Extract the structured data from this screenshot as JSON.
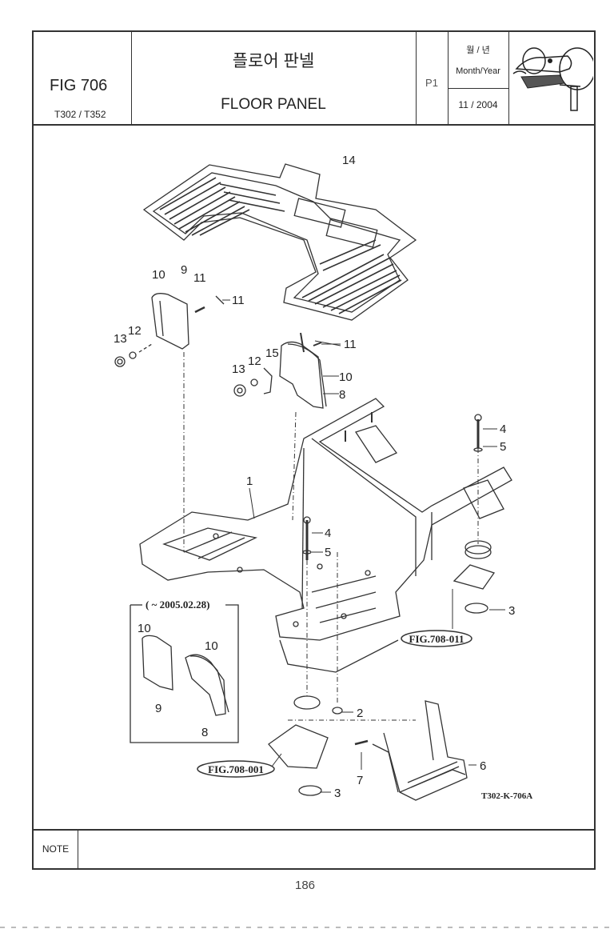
{
  "header": {
    "fig_number": "FIG 706",
    "models": "T302 / T352",
    "title_korean": "플로어 판넬",
    "title_english": "FLOOR PANEL",
    "page": "P1",
    "date_label_korean": "월 / 년",
    "date_label_english": "Month/Year",
    "date_value": "11 / 2004"
  },
  "diagram": {
    "callouts": [
      "14",
      "10",
      "9",
      "11",
      "11",
      "13",
      "12",
      "11",
      "15",
      "12",
      "13",
      "10",
      "8",
      "4",
      "5",
      "1",
      "4",
      "5",
      "3",
      "2",
      "6",
      "7",
      "3",
      "10",
      "10",
      "9",
      "8"
    ],
    "inset_label": "( ~ 2005.02.28)",
    "ref_fig_a": "FIG.708-011",
    "ref_fig_b": "FIG.708-001",
    "drawing_code": "T302-K-706A"
  },
  "footer": {
    "note_label": "NOTE",
    "note_text": "",
    "page_number": "186"
  }
}
